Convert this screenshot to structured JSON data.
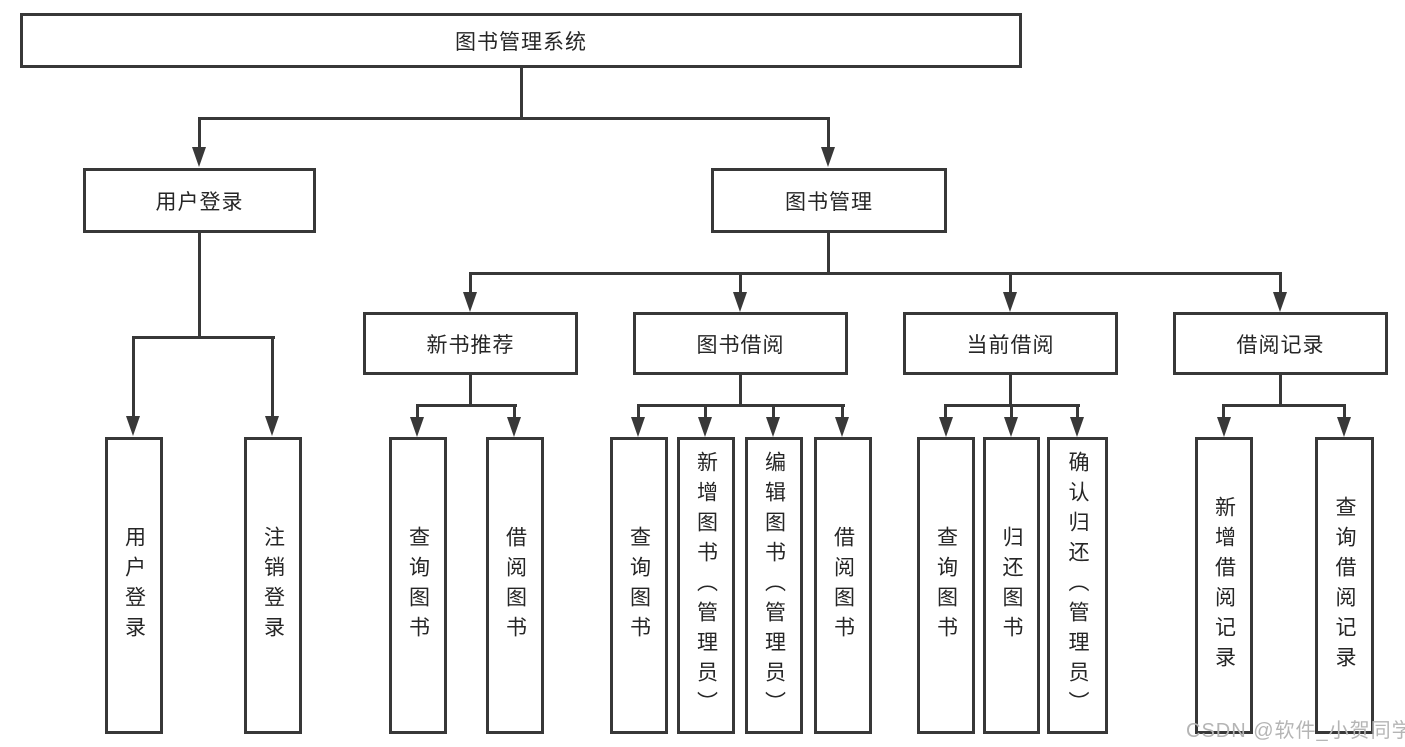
{
  "diagram": {
    "root": {
      "label": "图书管理系统"
    },
    "level2": [
      {
        "label": "用户登录"
      },
      {
        "label": "图书管理"
      }
    ],
    "level3": [
      {
        "parent": "图书管理",
        "label": "新书推荐"
      },
      {
        "parent": "图书管理",
        "label": "图书借阅"
      },
      {
        "parent": "图书管理",
        "label": "当前借阅"
      },
      {
        "parent": "图书管理",
        "label": "借阅记录"
      }
    ],
    "leaves": [
      {
        "parent": "用户登录",
        "label": "用户登录"
      },
      {
        "parent": "用户登录",
        "label": "注销登录"
      },
      {
        "parent": "新书推荐",
        "label": "查询图书"
      },
      {
        "parent": "新书推荐",
        "label": "借阅图书"
      },
      {
        "parent": "图书借阅",
        "label": "查询图书"
      },
      {
        "parent": "图书借阅",
        "label": "新增图书（管理员）"
      },
      {
        "parent": "图书借阅",
        "label": "编辑图书（管理员）"
      },
      {
        "parent": "图书借阅",
        "label": "借阅图书"
      },
      {
        "parent": "当前借阅",
        "label": "查询图书"
      },
      {
        "parent": "当前借阅",
        "label": "归还图书"
      },
      {
        "parent": "当前借阅",
        "label": "确认归还（管理员）"
      },
      {
        "parent": "借阅记录",
        "label": "新增借阅记录"
      },
      {
        "parent": "借阅记录",
        "label": "查询借阅记录"
      }
    ]
  },
  "watermark": {
    "text": "CSDN @软件_小贺同学"
  },
  "colors": {
    "line": "#383838",
    "text": "#262626",
    "background": "#ffffff",
    "watermark": "#b5b5b5"
  }
}
